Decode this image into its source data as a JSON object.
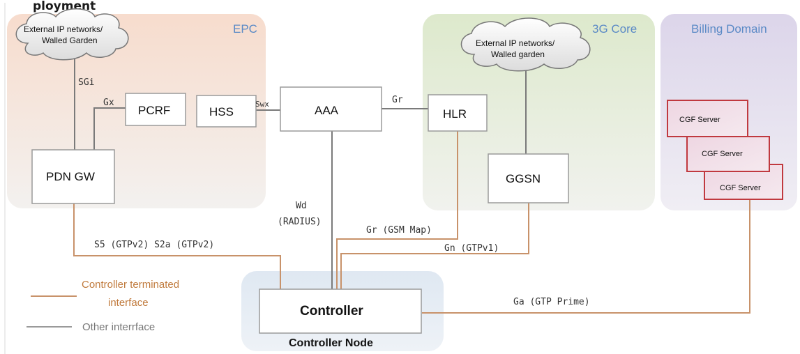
{
  "heading_fragment": "ployment",
  "regions": {
    "epc": "EPC",
    "core3g": "3G Core",
    "billing": "Billing Domain",
    "controller_node": "Controller Node"
  },
  "clouds": {
    "epc_line1": "External IP networks/",
    "epc_line2": "Walled Garden",
    "core_line1": "External IP networks/",
    "core_line2": "Walled garden"
  },
  "nodes": {
    "pcrf": "PCRF",
    "hss": "HSS",
    "aaa": "AAA",
    "hlr": "HLR",
    "pdn_gw": "PDN GW",
    "ggsn": "GGSN",
    "controller": "Controller"
  },
  "cgf_servers": [
    "CGF Server",
    "CGF Server",
    "CGF Server"
  ],
  "interfaces": {
    "sgi": "SGi",
    "gx": "Gx",
    "swx": "Swx",
    "gr": "Gr",
    "wd": "Wd",
    "radius": "(RADIUS)",
    "s5_s2a": "S5 (GTPv2) S2a (GTPv2)",
    "gr_gsm_map": "Gr (GSM Map)",
    "gn": "Gn (GTPv1)",
    "ga": "Ga (GTP Prime)"
  },
  "legend": {
    "controller_terminated_line1": "Controller terminated",
    "controller_terminated_line2": "interface",
    "other": "Other interrface",
    "controller_color": "#c8926a",
    "other_color": "#9a9a9a"
  },
  "colors": {
    "epc_fill": "#f9e5da",
    "core3g_fill": "#e6efd9",
    "billing_fill": "#e5e0ef",
    "controller_node_fill": "#e6eef6",
    "server_border": "#c0393f",
    "server_fill": "#f2dfe9"
  }
}
